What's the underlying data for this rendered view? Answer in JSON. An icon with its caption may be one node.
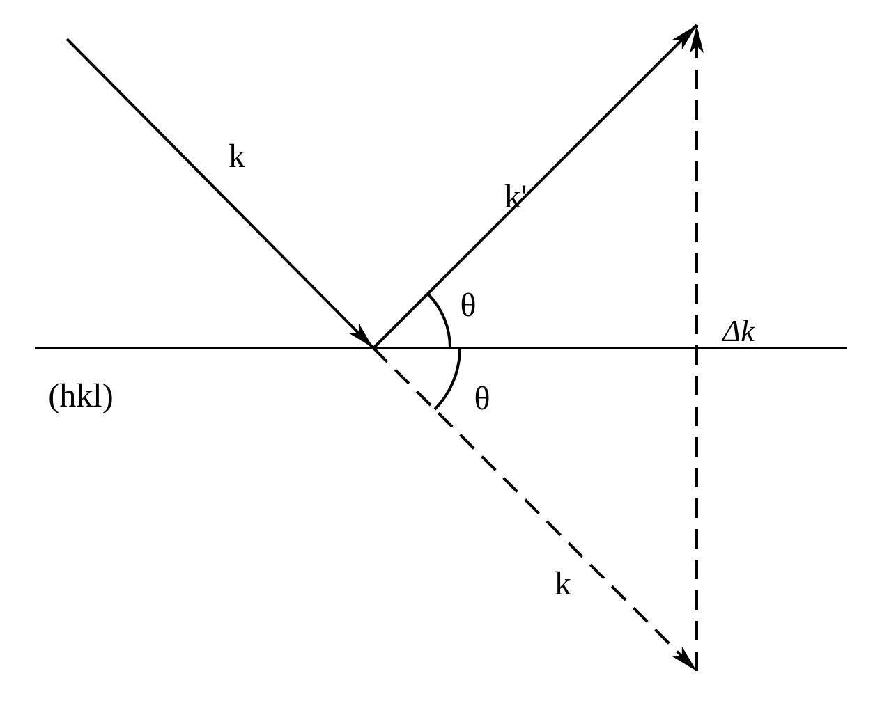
{
  "diagram": {
    "labels": [
      "k",
      "k'",
      "θ",
      "Δk",
      "(hkl)",
      "θ",
      "k"
    ]
  }
}
